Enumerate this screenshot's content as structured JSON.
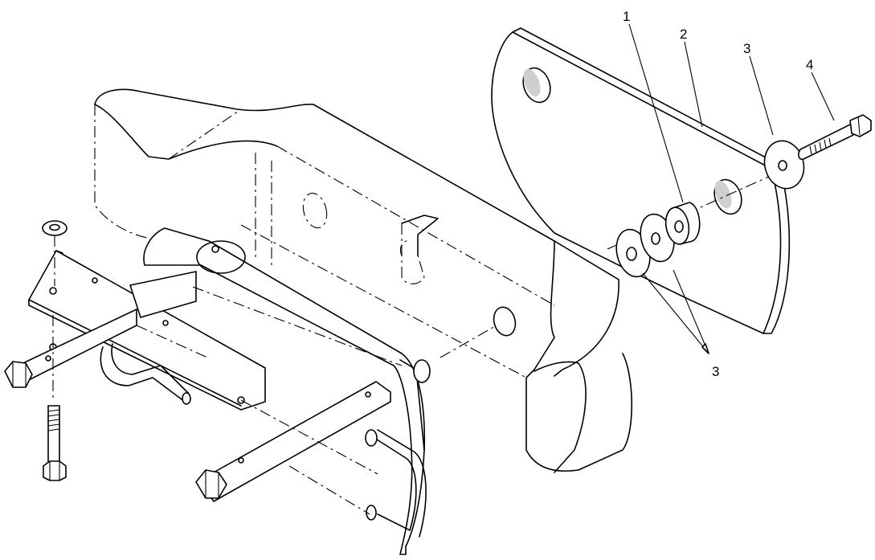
{
  "callouts": [
    {
      "id": "1",
      "text": "1"
    },
    {
      "id": "2",
      "text": "2"
    },
    {
      "id": "3a",
      "text": "3"
    },
    {
      "id": "4",
      "text": "4"
    },
    {
      "id": "3b",
      "text": "3"
    }
  ]
}
